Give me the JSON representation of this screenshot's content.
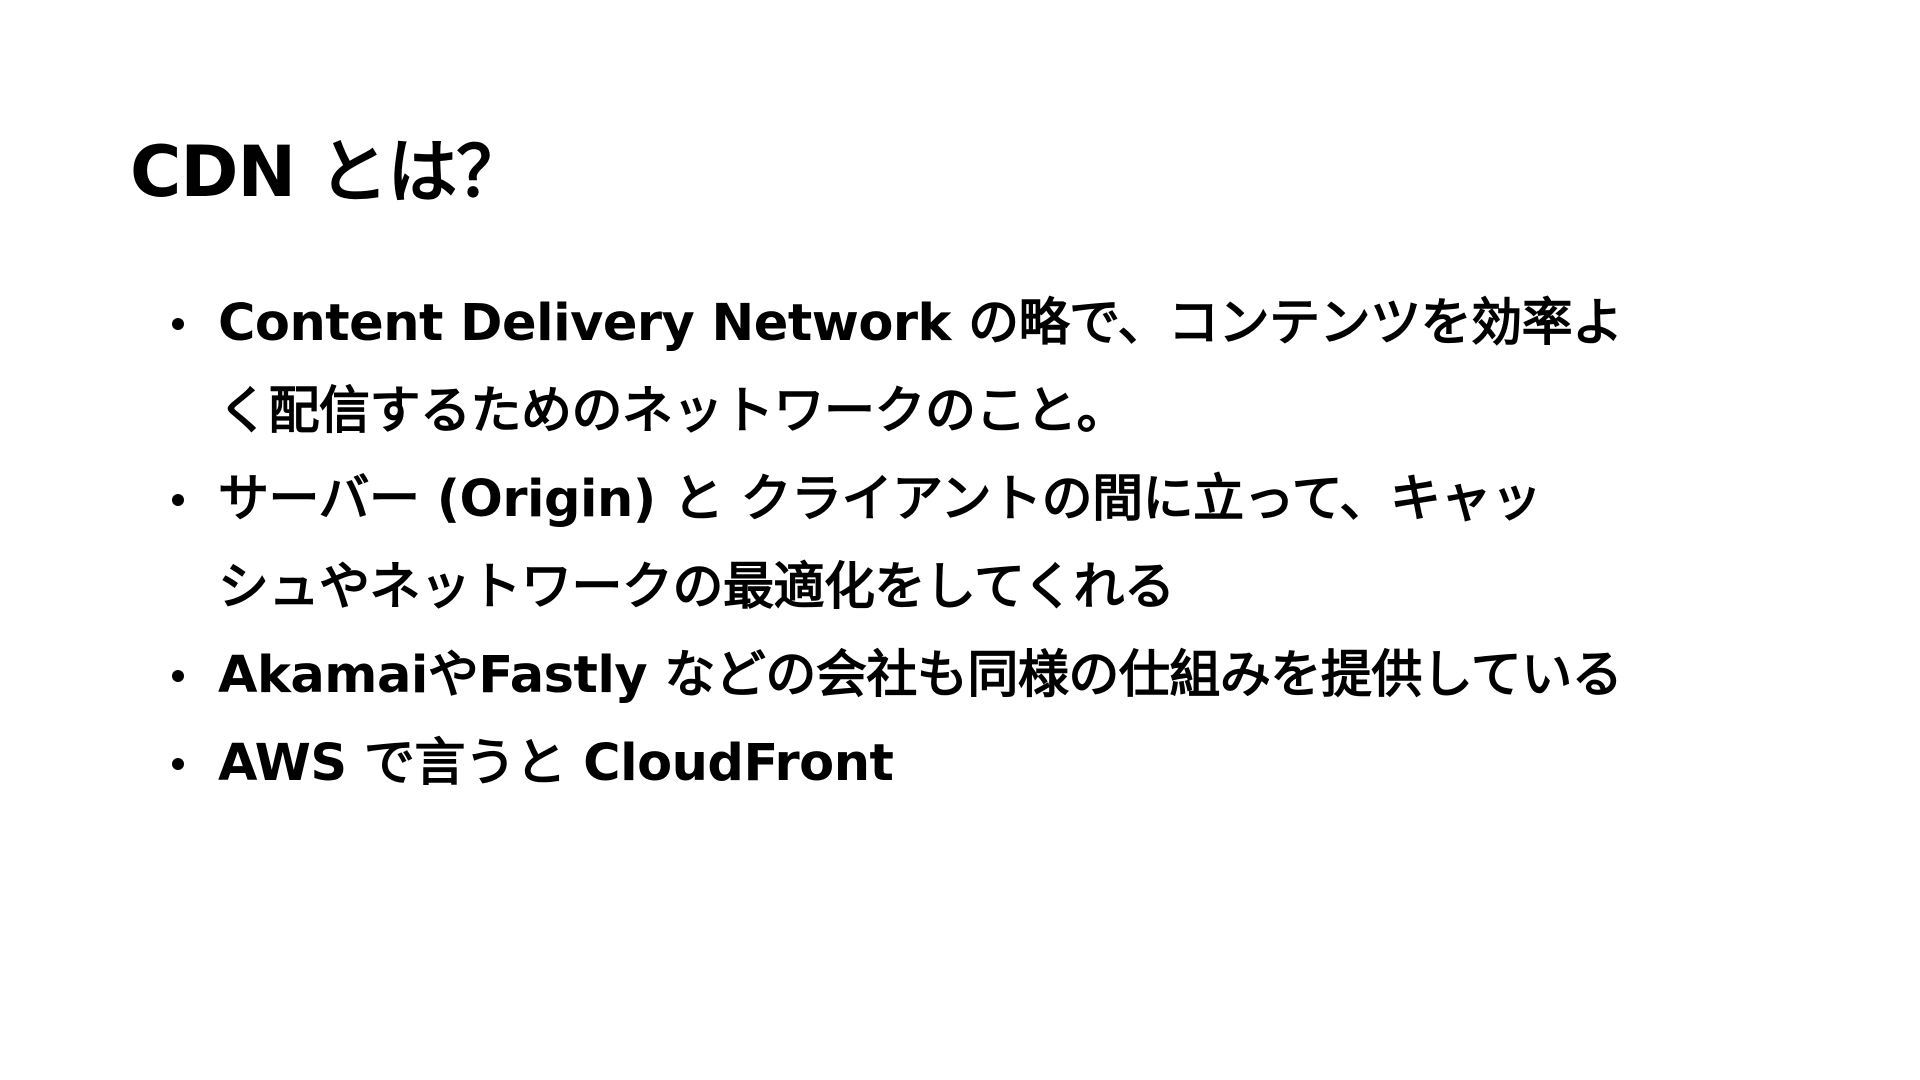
{
  "slide": {
    "title": "CDN とは？",
    "bullets": [
      {
        "lines": [
          "Content Delivery Network の略で、コンテンツを効率よ",
          "く配信するためのネットワークのこと。"
        ]
      },
      {
        "lines": [
          "サーバー (Origin) と クライアントの間に立って、キャッ",
          "シュやネットワークの最適化をしてくれる"
        ]
      },
      {
        "lines": [
          "AkamaiやFastly などの会社も同様の仕組みを提供している"
        ]
      },
      {
        "lines": [
          "AWS で言うと CloudFront"
        ]
      }
    ]
  }
}
